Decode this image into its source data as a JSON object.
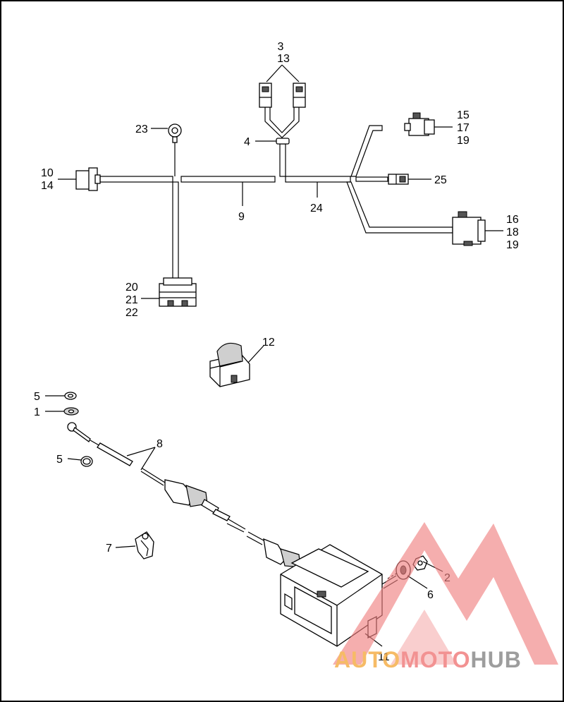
{
  "callouts": {
    "c3": "3",
    "c13": "13",
    "c23": "23",
    "c4": "4",
    "c15": "15",
    "c17": "17",
    "c19a": "19",
    "c10": "10",
    "c14": "14",
    "c25": "25",
    "c9": "9",
    "c24": "24",
    "c16": "16",
    "c18": "18",
    "c19b": "19",
    "c20": "20",
    "c21": "21",
    "c22": "22",
    "c12": "12",
    "c5a": "5",
    "c1": "1",
    "c8": "8",
    "c5b": "5",
    "c7": "7",
    "c2": "2",
    "c6": "6",
    "c11": "11"
  },
  "watermark": {
    "part1": "AUTO",
    "part2": "MOTO",
    "part3": "HUB",
    "colors": {
      "red": "#f08080",
      "grey": "#8c8c8c",
      "orange": "#f5b04c"
    }
  }
}
